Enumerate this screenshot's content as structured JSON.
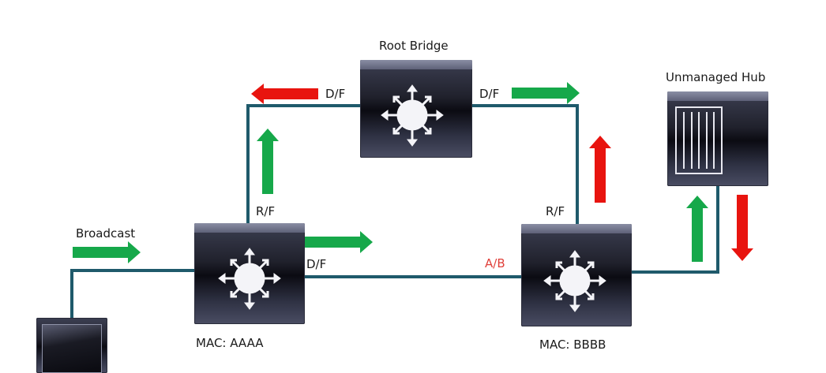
{
  "diagram": {
    "title": "Spanning Tree Broadcast Forwarding",
    "nodes": {
      "root_bridge": {
        "label": "Root Bridge",
        "type": "switch"
      },
      "switch_a": {
        "label": "MAC: AAAA",
        "type": "switch"
      },
      "switch_b": {
        "label": "MAC: BBBB",
        "type": "switch"
      },
      "hub": {
        "label": "Unmanaged Hub",
        "type": "hub"
      },
      "host": {
        "label": "",
        "type": "pc"
      }
    },
    "port_labels": {
      "root_left": "D/F",
      "root_right": "D/F",
      "a_up": "R/F",
      "a_right": "D/F",
      "b_up": "R/F",
      "b_left": "A/B"
    },
    "broadcast_label": "Broadcast",
    "colors": {
      "link": "#1f5a6b",
      "forward_arrow": "#16a84a",
      "blocked_arrow": "#e8140f",
      "blocked_label": "#e0403a"
    },
    "arrows": [
      {
        "id": "broadcast",
        "color": "forward",
        "direction": "right"
      },
      {
        "id": "root-left",
        "color": "blocked",
        "direction": "left"
      },
      {
        "id": "root-right",
        "color": "forward",
        "direction": "right"
      },
      {
        "id": "a-up",
        "color": "forward",
        "direction": "up"
      },
      {
        "id": "a-right",
        "color": "forward",
        "direction": "right"
      },
      {
        "id": "b-up",
        "color": "blocked",
        "direction": "up"
      },
      {
        "id": "hub-up",
        "color": "forward",
        "direction": "up"
      },
      {
        "id": "hub-down",
        "color": "blocked",
        "direction": "down"
      }
    ]
  }
}
